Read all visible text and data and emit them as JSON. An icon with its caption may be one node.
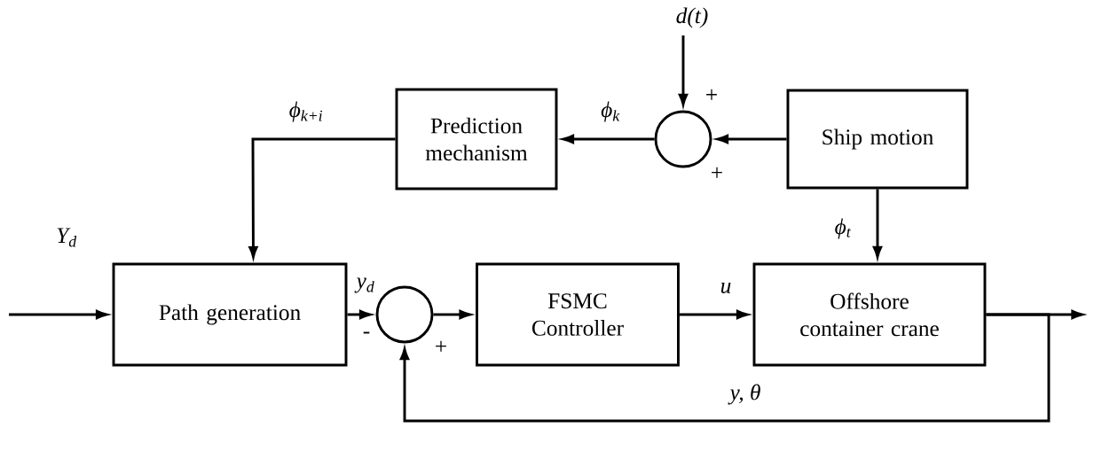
{
  "diagram": {
    "nodes": [
      {
        "text": [
          "Prediction mechanism"
        ]
      },
      {
        "text": [],
        "shape": "circle"
      },
      {
        "text": [
          "Ship motion"
        ]
      },
      {
        "text": [
          "Path generation"
        ]
      },
      {
        "text": [],
        "shape": "circle"
      },
      {
        "text": [
          "FSMC Controller"
        ]
      },
      {
        "text": [
          "Offshore container crane"
        ]
      }
    ],
    "edges": [
      {
        "from": null,
        "to": 1,
        "arrow": "to",
        "label": "d(t)"
      },
      {
        "from": 2,
        "to": 1,
        "arrow": "to"
      },
      {
        "from": 1,
        "to": 0,
        "arrow": "to",
        "label": "ϕ$_{k}$"
      },
      {
        "from": 0,
        "to": 3,
        "arrow": "to",
        "label": "ϕ$_{k+i}$"
      },
      {
        "from": 2,
        "to": 6,
        "arrow": "to",
        "label": "ϕ$_{t}$"
      },
      {
        "from": null,
        "to": 3,
        "arrow": "to",
        "label": "Y$_{d}$"
      },
      {
        "from": 3,
        "to": 4,
        "arrow": "to",
        "label": "y$_{d}$"
      },
      {
        "from": 4,
        "to": 5,
        "arrow": "to"
      },
      {
        "from": 5,
        "to": 6,
        "arrow": "to",
        "label": "u"
      },
      {
        "from": 6,
        "to": null,
        "arrow": "to"
      },
      {
        "from": 6,
        "to": 4,
        "arrow": "to",
        "label": "y, θ"
      }
    ],
    "labels": [
      "+",
      "+",
      "-",
      "+"
    ]
  }
}
